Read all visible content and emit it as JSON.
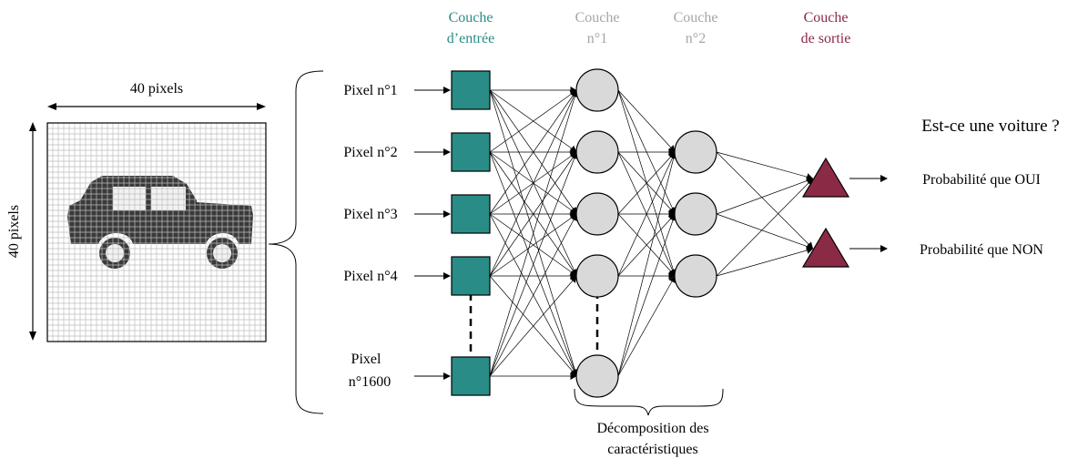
{
  "image_panel": {
    "width_label": "40 pixels",
    "height_label": "40 pixels"
  },
  "layers": {
    "input": {
      "line1": "Couche",
      "line2": "d’entrée",
      "color": "#2a8c86"
    },
    "hidden1": {
      "line1": "Couche",
      "line2": "n°1",
      "color": "#a6a6a6"
    },
    "hidden2": {
      "line1": "Couche",
      "line2": "n°2",
      "color": "#a6a6a6"
    },
    "output": {
      "line1": "Couche",
      "line2": "de sortie",
      "color": "#8b2a45"
    }
  },
  "input_labels": [
    [
      "Pixel n°1"
    ],
    [
      "Pixel n°2"
    ],
    [
      "Pixel n°3"
    ],
    [
      "Pixel n°4"
    ],
    [
      "Pixel",
      "n°1600"
    ]
  ],
  "question": "Est-ce une voiture ?",
  "outputs": [
    "Probabilité que OUI",
    "Probabilité que NON"
  ],
  "features_caption": {
    "line1": "Décomposition des",
    "line2": "caractéristiques"
  },
  "colors": {
    "input_node": "#2a8c86",
    "hidden_node": "#d9d9d9",
    "output_node": "#8b2a45",
    "car_body": "#3a3a3a",
    "grid_line": "#bdbdbd"
  }
}
